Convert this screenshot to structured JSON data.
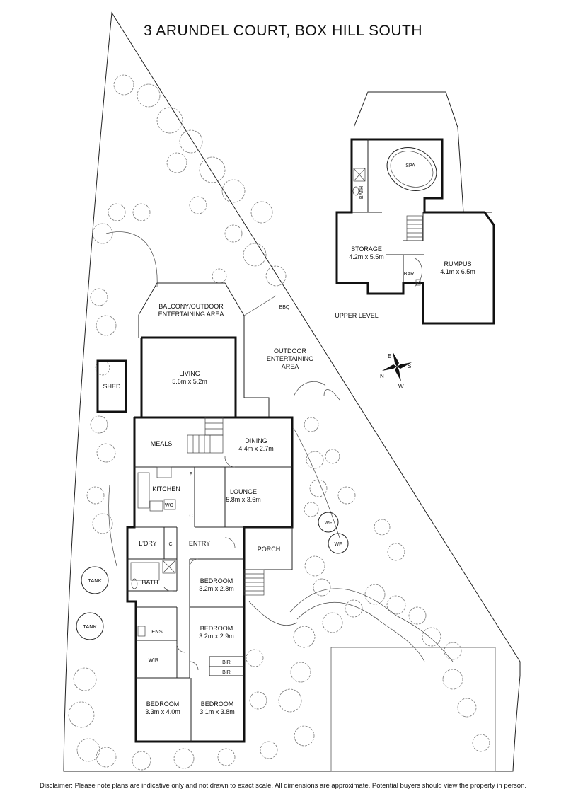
{
  "title": "3 ARUNDEL COURT, BOX HILL SOUTH",
  "disclaimer": "Disclaimer: Please note plans are indicative only and not drawn to exact scale. All dimensions are approximate. Potential buyers should view the property in person.",
  "upper_level_label": "UPPER LEVEL",
  "compass": {
    "n": "N",
    "e": "E",
    "s": "S",
    "w": "W"
  },
  "rooms": {
    "balcony": {
      "line1": "BALCONY/OUTDOOR",
      "line2": "ENTERTAINING AREA"
    },
    "outdoor": {
      "line1": "OUTDOOR",
      "line2": "ENTERTAINING",
      "line3": "AREA"
    },
    "living": {
      "name": "LIVING",
      "dims": "5.6m x 5.2m"
    },
    "meals": {
      "name": "MEALS"
    },
    "dining": {
      "name": "DINING",
      "dims": "4.4m x 2.7m"
    },
    "kitchen": {
      "name": "KITCHEN"
    },
    "lounge": {
      "name": "LOUNGE",
      "dims": "5.8m x 3.6m"
    },
    "laundry": {
      "name": "L'DRY"
    },
    "entry": {
      "name": "ENTRY"
    },
    "porch": {
      "name": "PORCH"
    },
    "bath": {
      "name": "BATH"
    },
    "bed1": {
      "name": "BEDROOM",
      "dims": "3.2m x 2.8m"
    },
    "bed2": {
      "name": "BEDROOM",
      "dims": "3.2m x 2.9m"
    },
    "ens": {
      "name": "ENS"
    },
    "wir": {
      "name": "WIR"
    },
    "bir1": {
      "name": "BIR"
    },
    "bir2": {
      "name": "BIR"
    },
    "bed3": {
      "name": "BEDROOM",
      "dims": "3.3m x 4.0m"
    },
    "bed4": {
      "name": "BEDROOM",
      "dims": "3.1m x 3.8m"
    },
    "shed": {
      "name": "SHED"
    },
    "tank1": {
      "name": "TANK"
    },
    "tank2": {
      "name": "TANK"
    },
    "bbq": {
      "name": "BBQ"
    },
    "wf1": {
      "name": "WF"
    },
    "wf2": {
      "name": "WF"
    },
    "wo": {
      "name": "WO"
    },
    "f": {
      "name": "F"
    },
    "c1": {
      "name": "C"
    },
    "c2": {
      "name": "C"
    },
    "spa": {
      "name": "SPA"
    },
    "upper_bath": {
      "name": "BATH"
    },
    "storage": {
      "name": "STORAGE",
      "dims": "4.2m x 5.5m"
    },
    "bar": {
      "name": "BAR"
    },
    "rumpus": {
      "name": "RUMPUS",
      "dims": "4.1m x 6.5m"
    }
  }
}
